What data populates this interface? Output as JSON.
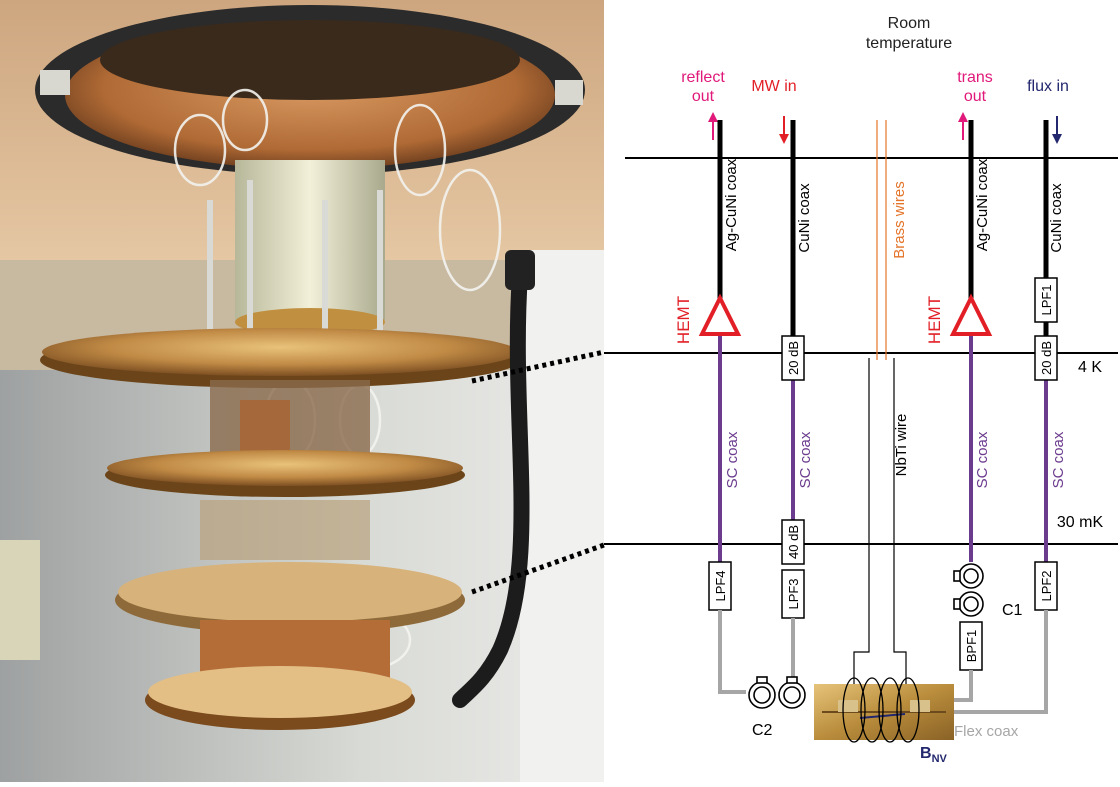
{
  "header": {
    "line1": "Room",
    "line2": "temperature"
  },
  "ports": {
    "reflect": {
      "line1": "reflect",
      "line2": "out"
    },
    "mw": "MW in",
    "trans": {
      "line1": "trans",
      "line2": "out"
    },
    "flux": "flux in"
  },
  "cables": {
    "agcuni_1": "Ag-CuNi coax",
    "cuni_1": "CuNi coax",
    "brass": "Brass wires",
    "agcuni_2": "Ag-CuNi coax",
    "cuni_2": "CuNi coax",
    "sc_1": "SC coax",
    "sc_2": "SC coax",
    "nbti": "NbTi wire",
    "sc_3": "SC coax",
    "sc_4": "SC coax",
    "flex": "Flex coax"
  },
  "amplifiers": {
    "hemt_1": "HEMT",
    "hemt_2": "HEMT"
  },
  "stages": {
    "k4": "4 K",
    "mk30": "30 mK"
  },
  "components": {
    "lpf1": "LPF1",
    "att20_1": "20 dB",
    "att20_2": "20 dB",
    "att40": "40 dB",
    "lpf4": "LPF4",
    "lpf3": "LPF3",
    "lpf2": "LPF2",
    "bpf1": "BPF1",
    "c1": "C1",
    "c2": "C2"
  },
  "field": {
    "main": "B",
    "sub": "NV"
  },
  "colors": {
    "pink": "#e0197a",
    "red": "#e21f26",
    "navy": "#22276e",
    "purple": "#6b3b8e",
    "orange": "#e4742a",
    "gray": "#a6a6a6"
  }
}
